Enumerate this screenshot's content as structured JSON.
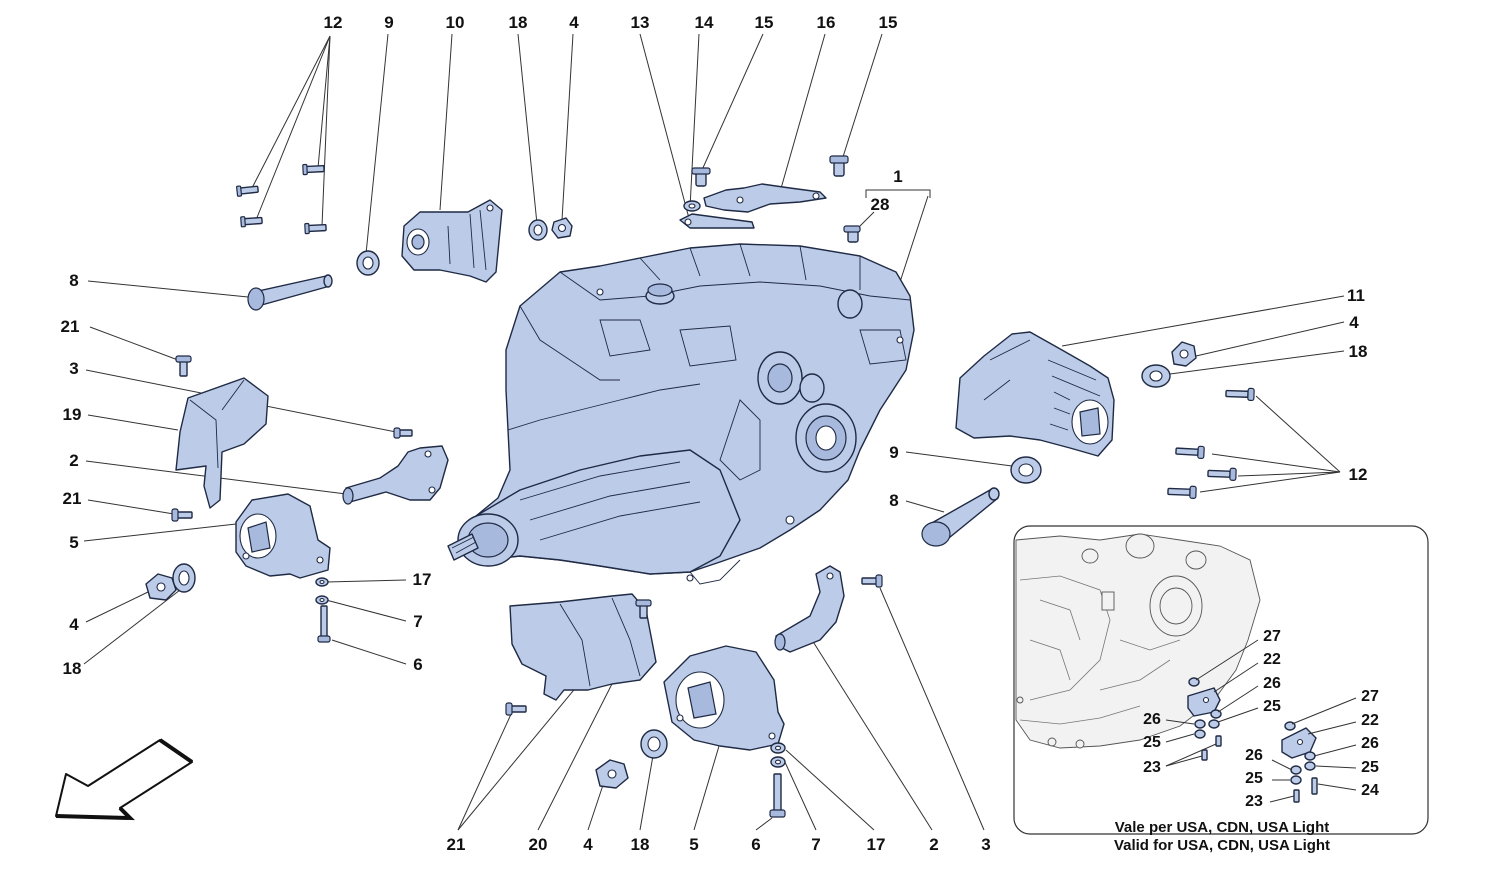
{
  "callouts": {
    "top_row": [
      "12",
      "9",
      "10",
      "18",
      "4",
      "13",
      "14",
      "15",
      "16",
      "15"
    ],
    "assembly": "1",
    "c28": "28",
    "left": [
      "8",
      "21",
      "3",
      "19",
      "2",
      "21",
      "5",
      "4",
      "18"
    ],
    "c17": "17",
    "c7": "7",
    "c6": "6",
    "right": [
      "11",
      "4",
      "18",
      "12",
      "9",
      "8"
    ],
    "bottom_row": [
      "21",
      "20",
      "4",
      "18",
      "5",
      "6",
      "7",
      "17",
      "2",
      "3"
    ],
    "inset": [
      "27",
      "22",
      "26",
      "25",
      "26",
      "25",
      "23",
      "27",
      "22",
      "26",
      "26",
      "25",
      "25",
      "24",
      "23"
    ]
  },
  "inset_note": {
    "line1": "Vale per USA, CDN, USA Light",
    "line2": "Valid for USA, CDN, USA Light"
  },
  "colors": {
    "part_fill": "#bccbe8",
    "outline": "#1f2a44",
    "inset_fill": "#f2f2f2"
  },
  "icons": {
    "direction_arrow": "front-direction-arrow-icon"
  }
}
